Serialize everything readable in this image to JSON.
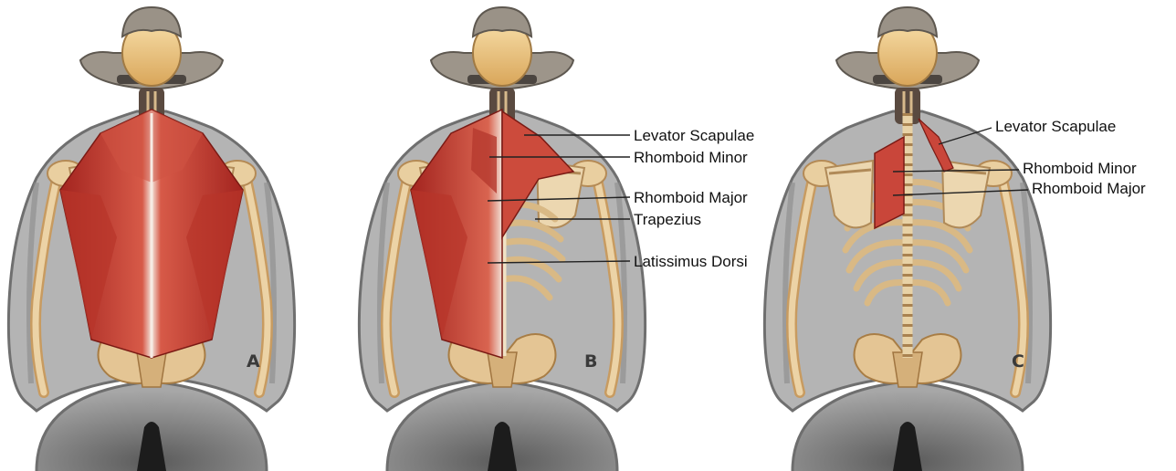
{
  "panels": [
    {
      "letter": "A",
      "labels": []
    },
    {
      "letter": "B",
      "labels": [
        "Levator Scapulae",
        "Rhomboid Minor",
        "Rhomboid Major",
        "Trapezius",
        "Latissimus Dorsi"
      ]
    },
    {
      "letter": "C",
      "labels": [
        "Levator Scapulae",
        "Rhomboid Minor",
        "Rhomboid Major"
      ]
    }
  ],
  "colors": {
    "muscle": "#c2463a",
    "muscle_dark": "#9c2a22",
    "bone": "#e3c79a",
    "bone_shade": "#b98f5a",
    "saddle": "#8a8a8a",
    "shirt": "#a9a9a9",
    "hat": "#9b9488",
    "skull": "#f0c886",
    "leader": "#222222"
  }
}
